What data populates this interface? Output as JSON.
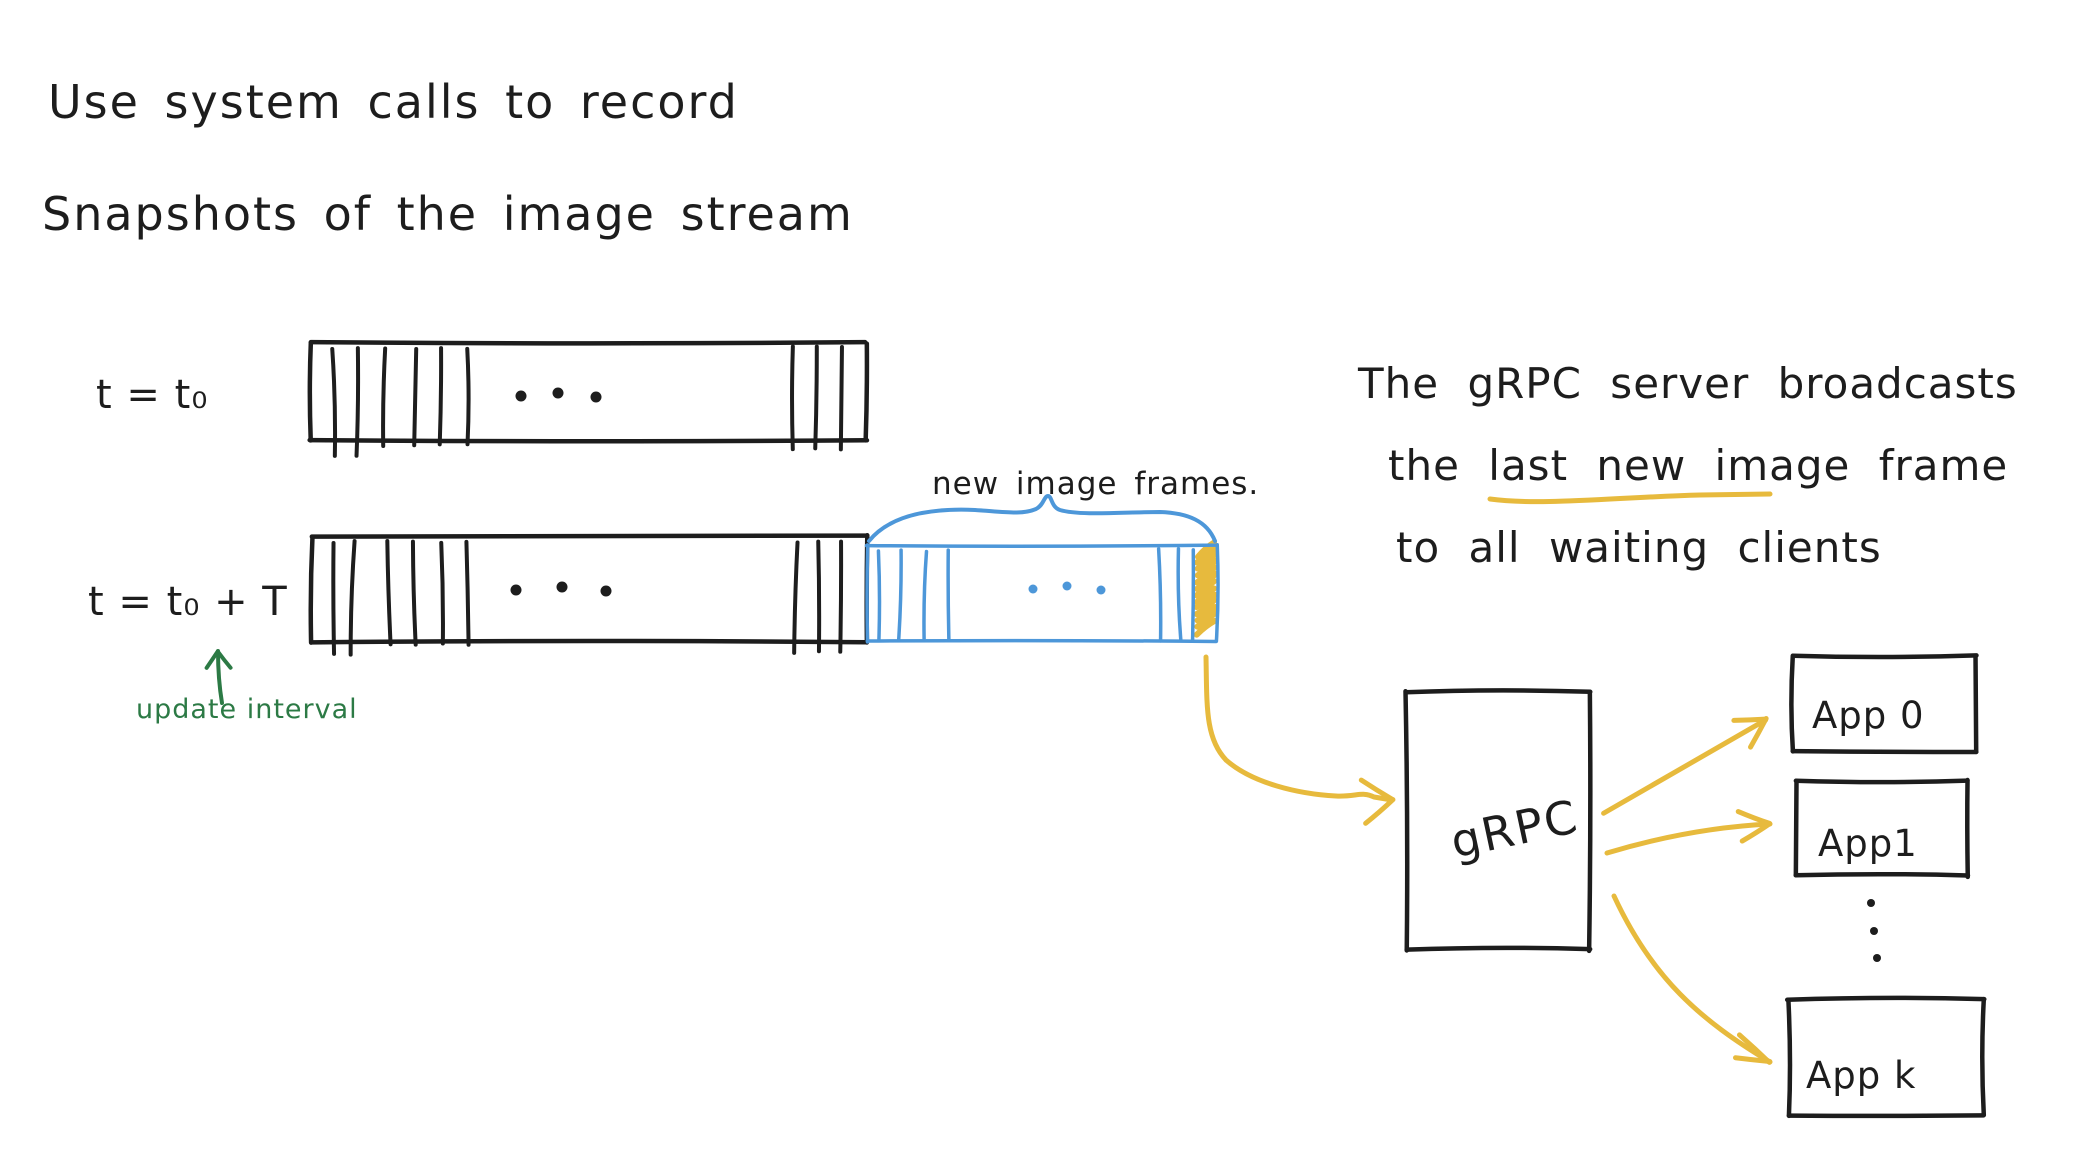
{
  "colors": {
    "ink": "#1d1d1d",
    "blue": "#4d97d9",
    "gold": "#e7ba3d",
    "green": "#2c7a45"
  },
  "title": {
    "line1": "Use system calls to record",
    "line2": "Snapshots of the image stream"
  },
  "snapshots": {
    "row_t0_label": "t = t₀",
    "row_t1_label": "t = t₀ + T",
    "update_interval_label": "update interval",
    "new_frames_label": "new image frames."
  },
  "note": {
    "line1": "The gRPC server broadcasts",
    "line2": "the last new image frame",
    "line3": "to all waiting clients",
    "underlined_phrase": "last new image"
  },
  "server": {
    "label": "gRPC"
  },
  "clients": [
    {
      "label": "App 0"
    },
    {
      "label": "App1"
    },
    {
      "label": "App k"
    }
  ]
}
